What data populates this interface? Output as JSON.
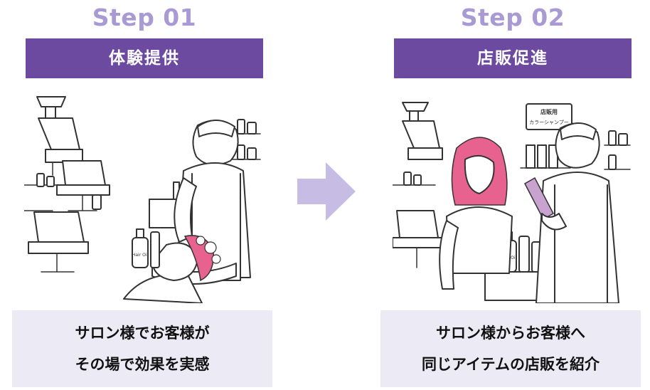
{
  "steps": [
    {
      "step_label": "Step 01",
      "title": "体験提供",
      "caption_lines": [
        "サロン様でお客様が",
        "その場で効果を実感"
      ],
      "bottle_label": "Hair Oil"
    },
    {
      "step_label": "Step 02",
      "title": "店販促進",
      "caption_lines": [
        "サロン様からお客様へ",
        "同じアイテムの店販を紹介"
      ],
      "bottle_label": "Hair Oil",
      "sign_lines": [
        "店販用",
        "カラーシャンプー"
      ]
    }
  ],
  "colors": {
    "step_label": "#a99ad3",
    "title_bar": "#6c4aa0",
    "caption_bg": "#ecebf5",
    "arrow": "#c7bce3",
    "hair_pink": "#e8628f"
  }
}
